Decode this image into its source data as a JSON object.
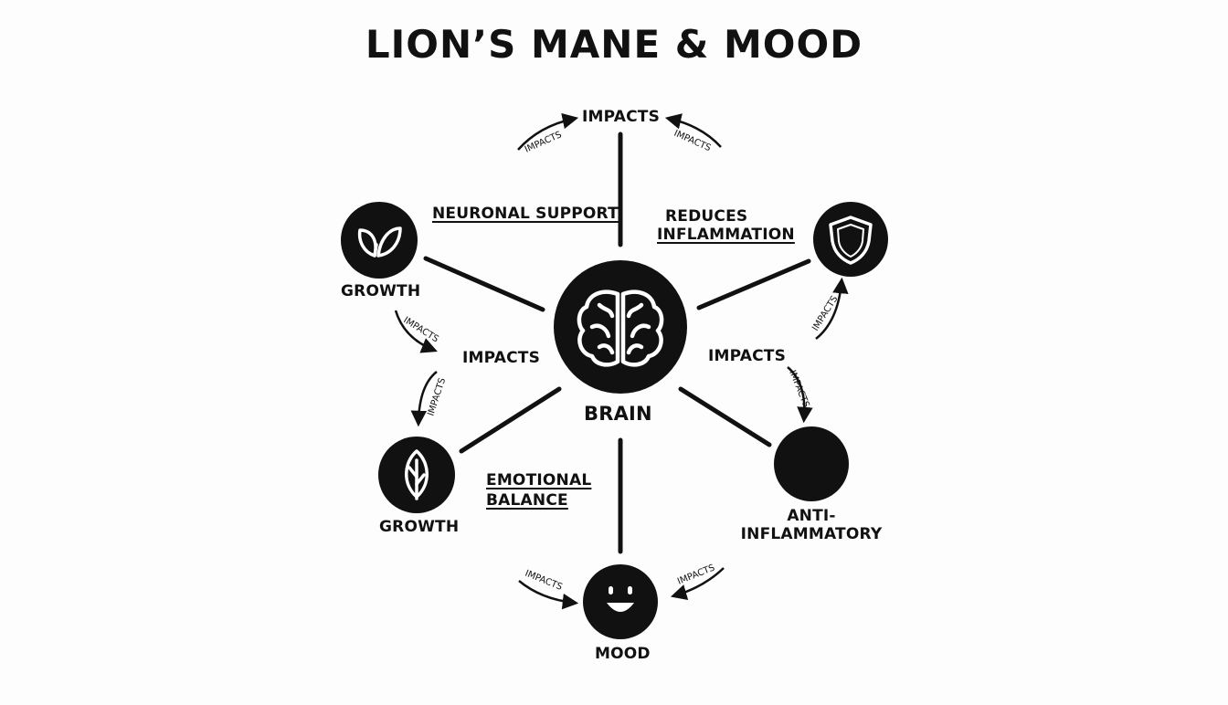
{
  "title": "LION’S MANE & MOOD",
  "center": {
    "label": "BRAIN"
  },
  "top_node": {
    "label": "IMPACTS"
  },
  "nodes": {
    "growth_top": {
      "label": "GROWTH"
    },
    "growth_bottom": {
      "label": "GROWTH"
    },
    "shield": {
      "label": ""
    },
    "anti_inflammatory": {
      "line1": "ANTI-",
      "line2": "INFLAMMATORY"
    },
    "mood": {
      "label": "MOOD"
    }
  },
  "edge_labels": {
    "neuronal_support": "NEURONAL SUPPORT",
    "reduces": "REDUCES",
    "inflammation": "INFLAMMATION",
    "impacts_left": "IMPACTS",
    "impacts_right": "IMPACTS",
    "emotional": "EMOTIONAL",
    "balance": "BALANCE"
  },
  "arrow_label": "IMPACTS",
  "colors": {
    "ink": "#111111",
    "background": "#fdfdfd",
    "icon_fg": "#ffffff"
  },
  "icons": {
    "center": "brain-icon",
    "growth_top": "sprout-leaves-icon",
    "growth_bottom": "leaf-icon",
    "shield": "shield-icon",
    "anti_inflammatory": "filled-circle-icon",
    "mood": "smiley-face-icon"
  }
}
